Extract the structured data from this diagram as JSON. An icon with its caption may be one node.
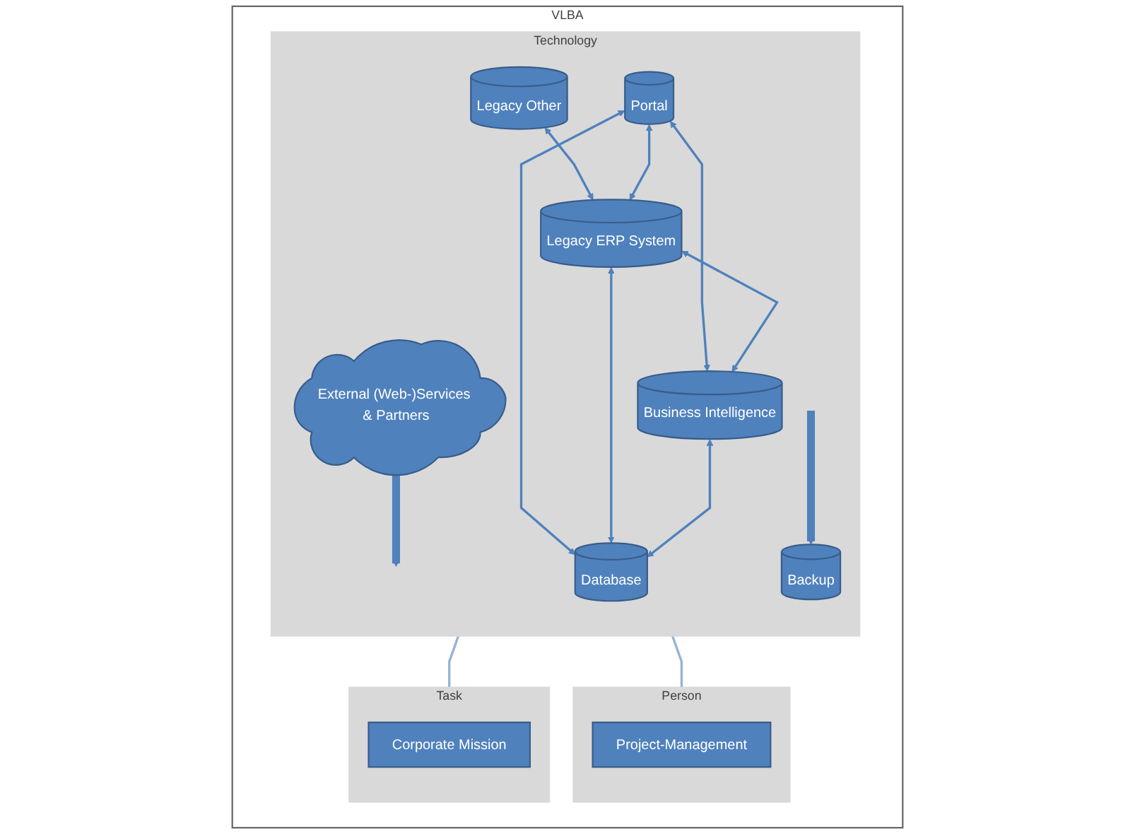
{
  "diagram": {
    "nodes": [
      {
        "text": [
          "VLBA"
        ]
      },
      {
        "text": [
          "Technology"
        ],
        "in": 0
      },
      {
        "text": [
          "External (Web-)Services & Partners"
        ],
        "in": 1
      },
      {
        "text": [
          "Legacy Other"
        ],
        "in": 1
      },
      {
        "text": [
          "Portal"
        ],
        "in": 1
      },
      {
        "text": [
          "Legacy ERP System"
        ],
        "in": 1
      },
      {
        "text": [
          "Business Intelligence"
        ],
        "in": 1
      },
      {
        "text": [
          "Database"
        ],
        "in": 1
      },
      {
        "text": [
          "Backup"
        ],
        "in": 1
      },
      {
        "text": [
          "Person"
        ],
        "in": 0
      },
      {
        "text": [
          "Project-Management"
        ],
        "in": 9
      },
      {
        "text": [
          "Task"
        ],
        "in": 0
      },
      {
        "text": [
          "Corporate Mission"
        ],
        "in": 11
      }
    ],
    "edges": [
      {
        "from": 2,
        "to": null,
        "arrow": "to",
        "style": "thick"
      },
      {
        "from": 3,
        "to": 5,
        "arrow": "both"
      },
      {
        "from": 4,
        "to": 5,
        "arrow": "both"
      },
      {
        "from": 4,
        "to": 6,
        "arrow": "both"
      },
      {
        "from": 5,
        "to": 6,
        "arrow": "both"
      },
      {
        "from": 4,
        "to": 7,
        "arrow": "both"
      },
      {
        "from": 5,
        "to": 7,
        "arrow": "both"
      },
      {
        "from": 6,
        "to": 7,
        "arrow": "both"
      },
      {
        "from": null,
        "to": 8,
        "arrow": "to",
        "style": "thick"
      },
      {
        "from": 1,
        "to": 9,
        "arrow": "none",
        "color": "#95b3d7"
      },
      {
        "from": 1,
        "to": 11,
        "arrow": "none",
        "color": "#95b3d7"
      }
    ]
  }
}
